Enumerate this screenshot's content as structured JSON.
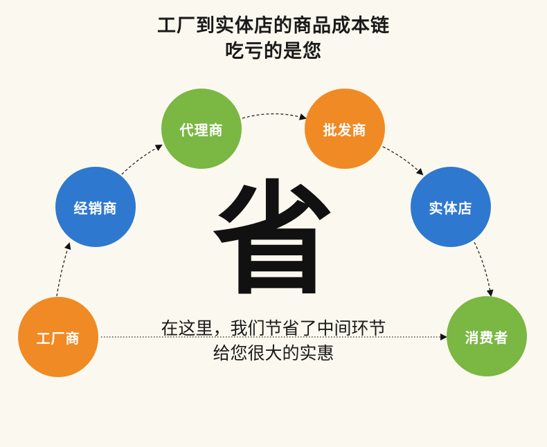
{
  "title": {
    "line1": "工厂到实体店的商品成本链",
    "line2": "吃亏的是您"
  },
  "center_char": "省",
  "caption": {
    "line1": "在这里，我们节省了中间环节",
    "line2": "给您很大的实惠"
  },
  "nodes": [
    {
      "id": "factory",
      "label": "工厂商",
      "color": "#f08a24"
    },
    {
      "id": "dealer",
      "label": "经销商",
      "color": "#2f78cf"
    },
    {
      "id": "agent",
      "label": "代理商",
      "color": "#7ab743"
    },
    {
      "id": "wholesaler",
      "label": "批发商",
      "color": "#f08a24"
    },
    {
      "id": "store",
      "label": "实体店",
      "color": "#2f78cf"
    },
    {
      "id": "consumer",
      "label": "消费者",
      "color": "#7ab743"
    }
  ],
  "edges": [
    {
      "from": "factory",
      "to": "dealer",
      "style": "dashed"
    },
    {
      "from": "dealer",
      "to": "agent",
      "style": "dashed"
    },
    {
      "from": "agent",
      "to": "wholesaler",
      "style": "dashed"
    },
    {
      "from": "wholesaler",
      "to": "store",
      "style": "dashed"
    },
    {
      "from": "store",
      "to": "consumer",
      "style": "dashed"
    },
    {
      "from": "factory",
      "to": "consumer",
      "style": "dotted"
    }
  ]
}
